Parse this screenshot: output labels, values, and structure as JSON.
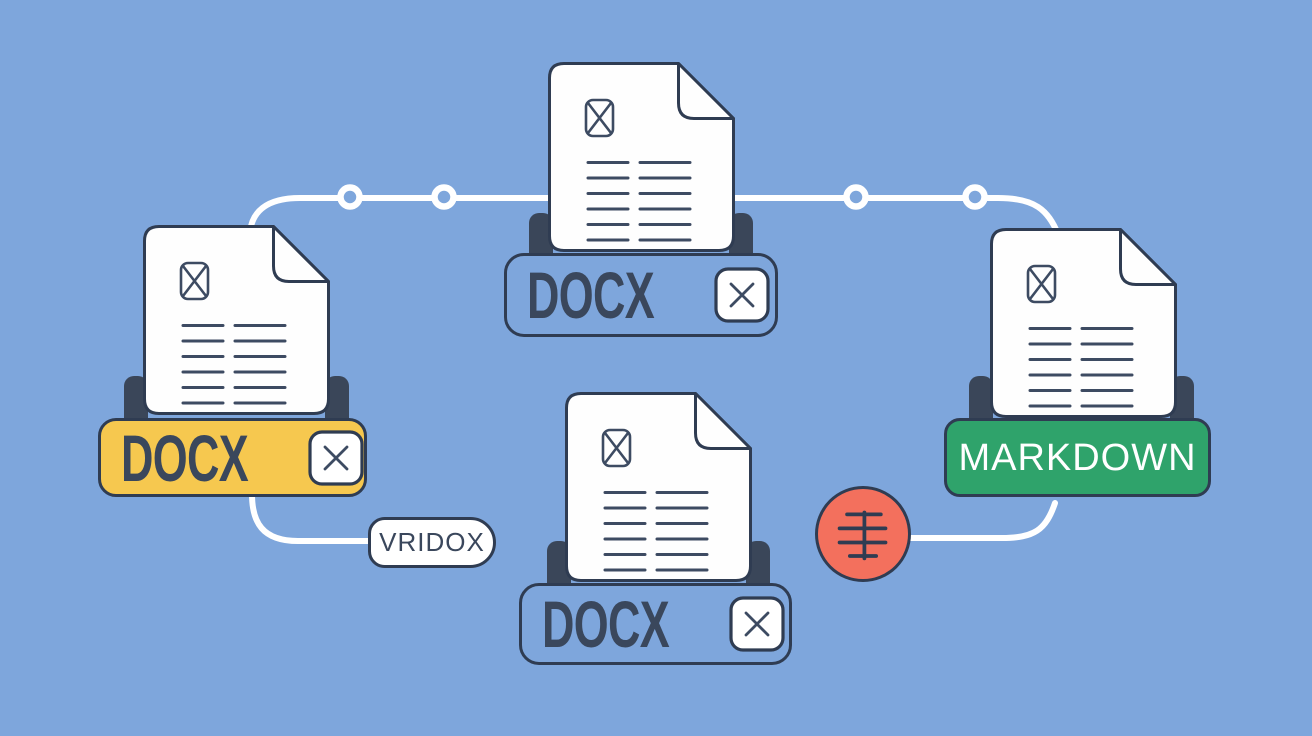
{
  "illustration": {
    "subject": "DOCX documents converted to Markdown",
    "style": "flat vector diagram on blue background"
  },
  "colors": {
    "bg": "#7EA6DC",
    "outline": "#2F3C52",
    "ear": "#3A4659",
    "doc-fill": "#FEFEFE",
    "doc-line": "#3D4B62",
    "badge-yellow": "#F6C84F",
    "badge-green": "#2FA36B",
    "circle-red": "#F3705D",
    "connector": "#FFFFFF",
    "label-dark": "#3A475C",
    "label-light": "#FFFFFF"
  },
  "nodes": {
    "left": {
      "label": "DOCX",
      "badge_style": "yellow",
      "badge_icon": "x-icon"
    },
    "top": {
      "label": "DOCX",
      "badge_style": "outline",
      "badge_icon": "x-icon"
    },
    "bottom": {
      "label": "DOCX",
      "badge_style": "outline",
      "badge_icon": "x-icon"
    },
    "right": {
      "label": "MARKDOWN",
      "badge_style": "green",
      "badge_icon": null
    }
  },
  "pill": {
    "label": "VRIDOX"
  },
  "icons": {
    "page_glyph": "image-placeholder-x-icon",
    "badge_glyph": "x-icon",
    "converter_glyph": "list-lines-icon",
    "connector_node": "ring-dot",
    "page_corner": "folded-corner"
  }
}
